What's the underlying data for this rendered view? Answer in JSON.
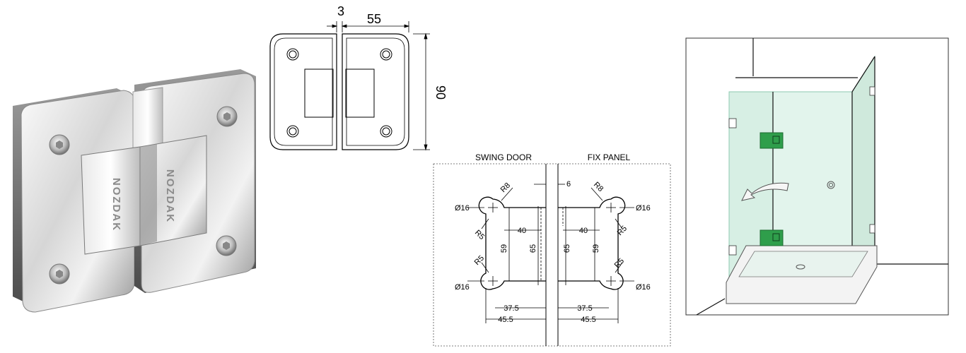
{
  "photo": {
    "brand_left": "NOZDAK",
    "brand_right": "NOZDAK"
  },
  "top_view": {
    "dim_gap": "3",
    "dim_width": "55",
    "dim_height": "90"
  },
  "cutout": {
    "swing_door_label": "SWING DOOR",
    "fix_panel_label": "FIX PANEL",
    "left": {
      "r8": "R8",
      "dia_top": "Ø16",
      "r5_top": "R5",
      "dim_40": "40",
      "dim_59": "59",
      "dim_65": "65",
      "r5_bottom": "R5",
      "dia_bottom": "Ø16",
      "dim_37_5": "37.5",
      "dim_45_5": "45.5"
    },
    "right": {
      "gap_6": "6",
      "r8": "R8",
      "dia_top": "Ø16",
      "r5_top": "R5",
      "dim_40": "40",
      "dim_65": "65",
      "dim_59": "59",
      "r5_bottom": "R5",
      "dia_bottom": "Ø16",
      "dim_37_5": "37.5",
      "dim_45_5": "45.5"
    }
  },
  "colors": {
    "hinge_highlight": "#f4f4f4",
    "hinge_shadow": "#7d7d7d",
    "glass": "#d7efe4",
    "glass_edge": "#8cc9b0",
    "hinge_marker": "#2f9e4b",
    "line": "#000000"
  }
}
